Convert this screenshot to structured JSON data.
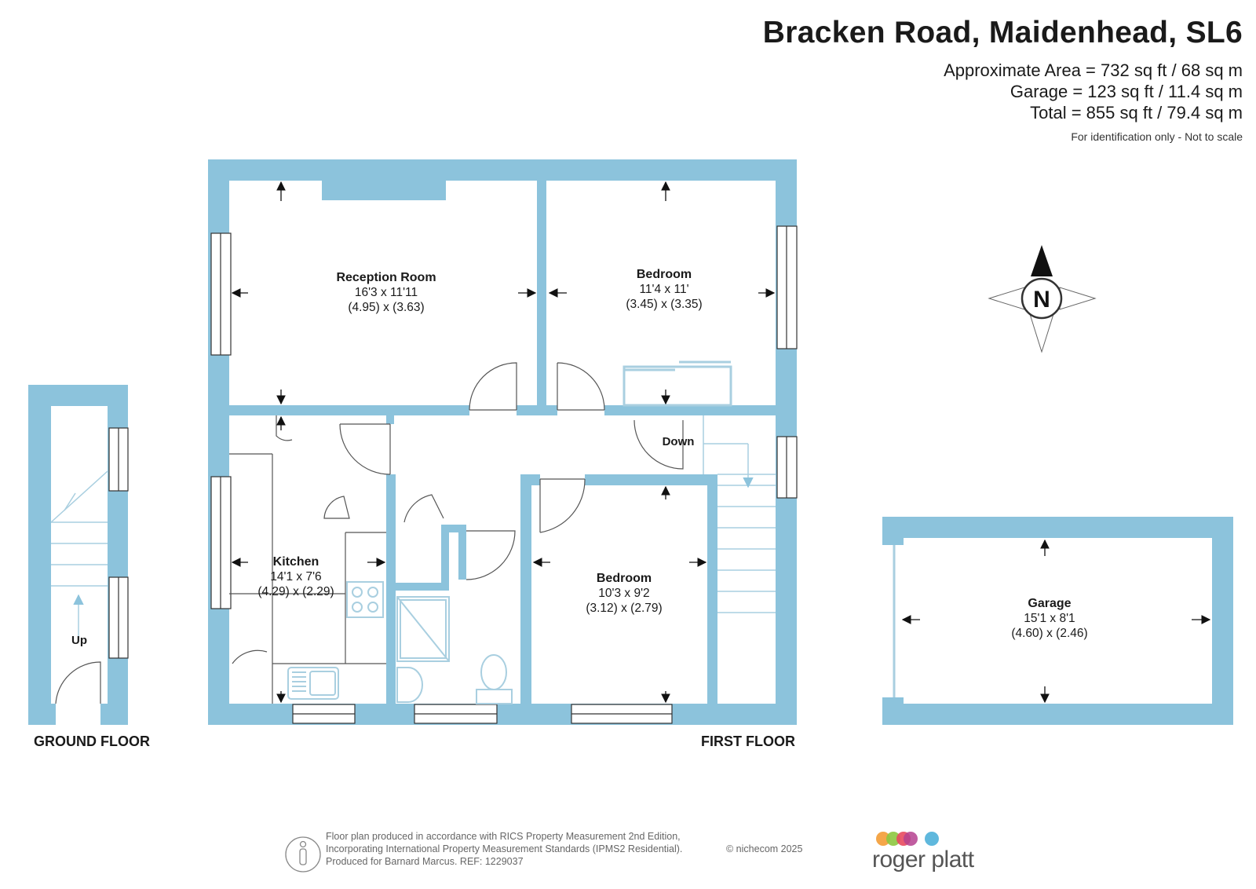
{
  "header": {
    "title": "Bracken Road, Maidenhead, SL6",
    "area_lines": [
      "Approximate Area = 732 sq ft / 68 sq m",
      "Garage = 123 sq ft / 11.4 sq m",
      "Total = 855 sq ft / 79.4 sq m"
    ],
    "note": "For identification only - Not to scale"
  },
  "rooms": [
    {
      "id": "reception",
      "name": "Reception Room",
      "imperial": "16'3 x 11'11",
      "metric": "(4.95) x (3.63)"
    },
    {
      "id": "bedroom1",
      "name": "Bedroom",
      "imperial": "11'4 x 11'",
      "metric": "(3.45) x (3.35)"
    },
    {
      "id": "kitchen",
      "name": "Kitchen",
      "imperial": "14'1 x 7'6",
      "metric": "(4.29) x (2.29)"
    },
    {
      "id": "bedroom2",
      "name": "Bedroom",
      "imperial": "10'3 x 9'2",
      "metric": "(3.12) x (2.79)"
    },
    {
      "id": "garage",
      "name": "Garage",
      "imperial": "15'1 x 8'1",
      "metric": "(4.60) x (2.46)"
    }
  ],
  "stair_labels": {
    "down": "Down",
    "up": "Up"
  },
  "floor_labels": {
    "ground": "GROUND FLOOR",
    "first": "FIRST FLOOR"
  },
  "compass": {
    "letter": "N"
  },
  "footer": {
    "lines": [
      "Floor plan produced in accordance with RICS Property Measurement 2nd Edition,",
      "Incorporating International Property Measurement Standards (IPMS2 Residential).",
      "Produced for Barnard Marcus.   REF:  1229037"
    ],
    "copyright": "© nichecom 2025"
  },
  "logo": {
    "text": "roger platt"
  },
  "colors": {
    "wall": "#8cc3dc",
    "fixture": "#a9cfe0",
    "text": "#1a1a1a",
    "logo_dots": [
      "#f39c35",
      "#8dc63f",
      "#e84a5f",
      "#b5418f",
      "#5fb8dd"
    ]
  }
}
